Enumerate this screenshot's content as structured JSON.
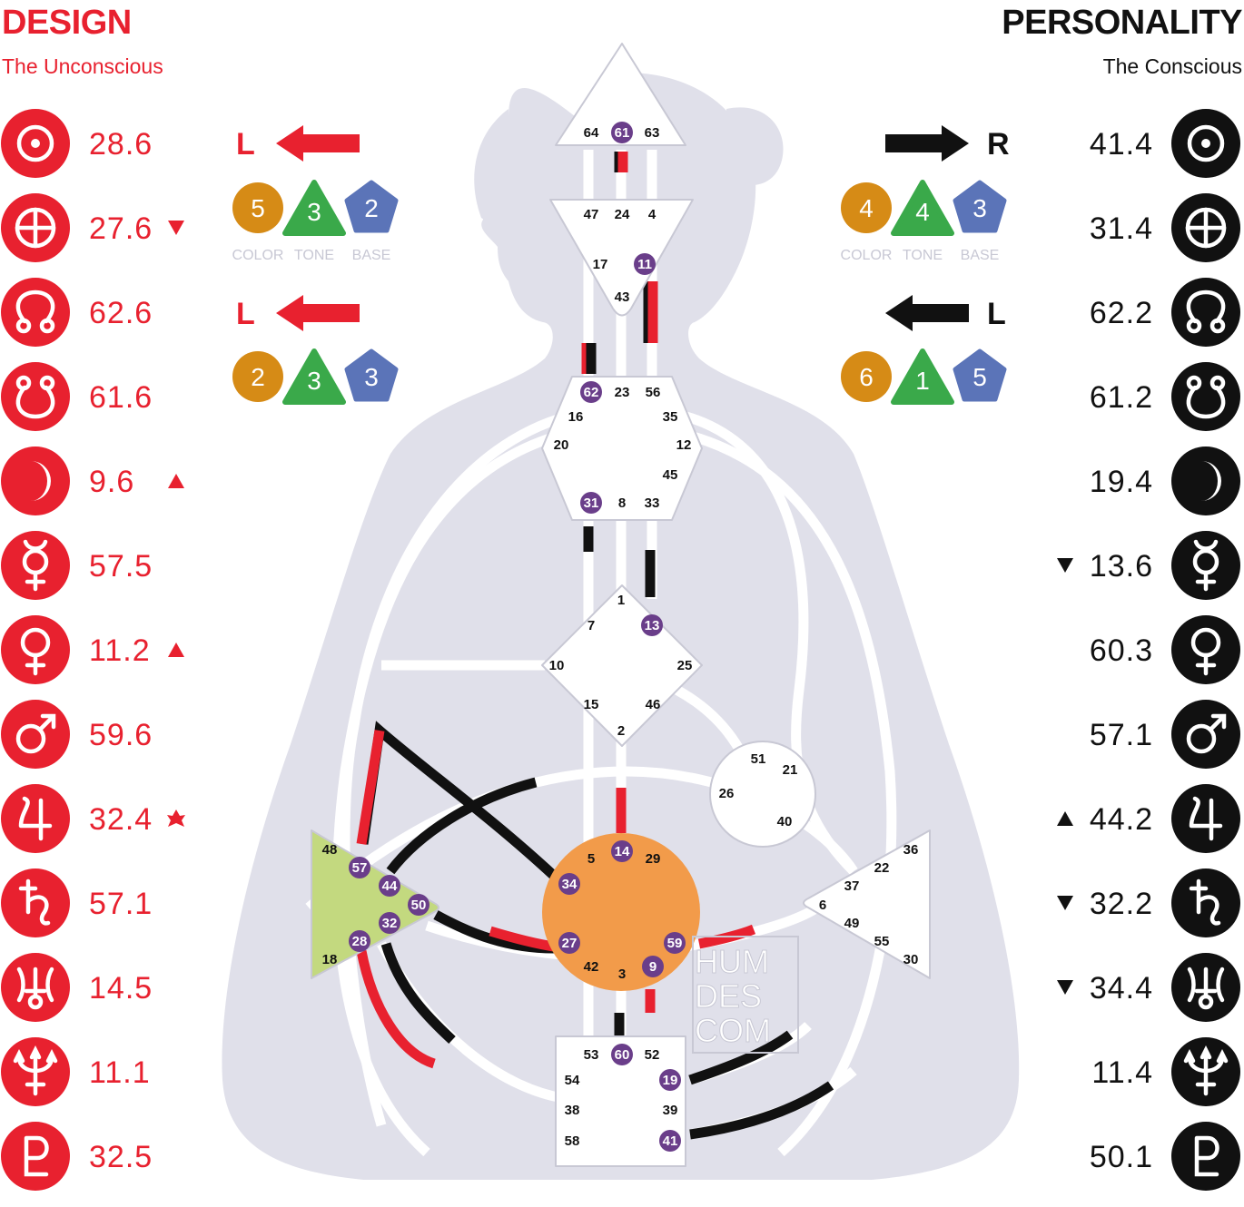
{
  "design": {
    "title": "DESIGN",
    "subtitle": "The Unconscious"
  },
  "personality": {
    "title": "PERSONALITY",
    "subtitle": "The Conscious"
  },
  "colors": {
    "design": "#e8212f",
    "personality": "#111111",
    "body": "#e0e0ea",
    "color_badge": "#d68b16",
    "tone_badge": "#3aa94a",
    "base_badge": "#5b74b8",
    "gate_badge": "#6a3e8a",
    "solar_plexus": "#f29b4a",
    "spleen": "#c3d97f"
  },
  "design_planets": [
    {
      "icon": "sun-icon",
      "value": "28.6",
      "mark": ""
    },
    {
      "icon": "earth-icon",
      "value": "27.6",
      "mark": "down"
    },
    {
      "icon": "north-node-icon",
      "value": "62.6",
      "mark": ""
    },
    {
      "icon": "south-node-icon",
      "value": "61.6",
      "mark": ""
    },
    {
      "icon": "moon-icon",
      "value": "9.6",
      "mark": "up"
    },
    {
      "icon": "mercury-icon",
      "value": "57.5",
      "mark": ""
    },
    {
      "icon": "venus-icon",
      "value": "11.2",
      "mark": "up"
    },
    {
      "icon": "mars-icon",
      "value": "59.6",
      "mark": ""
    },
    {
      "icon": "jupiter-icon",
      "value": "32.4",
      "mark": "star"
    },
    {
      "icon": "saturn-icon",
      "value": "57.1",
      "mark": ""
    },
    {
      "icon": "uranus-icon",
      "value": "14.5",
      "mark": ""
    },
    {
      "icon": "neptune-icon",
      "value": "11.1",
      "mark": ""
    },
    {
      "icon": "pluto-icon",
      "value": "32.5",
      "mark": ""
    }
  ],
  "personality_planets": [
    {
      "icon": "sun-icon",
      "value": "41.4",
      "mark": ""
    },
    {
      "icon": "earth-icon",
      "value": "31.4",
      "mark": ""
    },
    {
      "icon": "north-node-icon",
      "value": "62.2",
      "mark": ""
    },
    {
      "icon": "south-node-icon",
      "value": "61.2",
      "mark": ""
    },
    {
      "icon": "moon-icon",
      "value": "19.4",
      "mark": ""
    },
    {
      "icon": "mercury-icon",
      "value": "13.6",
      "mark": "down"
    },
    {
      "icon": "venus-icon",
      "value": "60.3",
      "mark": ""
    },
    {
      "icon": "mars-icon",
      "value": "57.1",
      "mark": ""
    },
    {
      "icon": "jupiter-icon",
      "value": "44.2",
      "mark": "up"
    },
    {
      "icon": "saturn-icon",
      "value": "32.2",
      "mark": "down"
    },
    {
      "icon": "uranus-icon",
      "value": "34.4",
      "mark": "down"
    },
    {
      "icon": "neptune-icon",
      "value": "11.4",
      "mark": ""
    },
    {
      "icon": "pluto-icon",
      "value": "50.1",
      "mark": ""
    }
  ],
  "variables": {
    "design_top": {
      "arrow": "L",
      "color": "5",
      "tone": "3",
      "base": "2"
    },
    "design_bottom": {
      "arrow": "L",
      "color": "2",
      "tone": "3",
      "base": "3"
    },
    "personality_top": {
      "arrow": "R",
      "color": "4",
      "tone": "4",
      "base": "3"
    },
    "personality_bottom": {
      "arrow": "L",
      "color": "6",
      "tone": "1",
      "base": "5"
    },
    "labels": {
      "color": "COLOR",
      "tone": "TONE",
      "base": "BASE"
    }
  },
  "watermark": [
    "HUM",
    "DES",
    "COM"
  ],
  "centers": {
    "head": {
      "gates": [
        "64",
        "61",
        "63"
      ],
      "active": [
        "61"
      ]
    },
    "ajna": {
      "gates": [
        "47",
        "24",
        "4",
        "17",
        "11",
        "43"
      ],
      "active": [
        "11"
      ]
    },
    "throat": {
      "gates": [
        "62",
        "23",
        "56",
        "16",
        "35",
        "20",
        "12",
        "45",
        "31",
        "8",
        "33"
      ],
      "active": [
        "62",
        "31"
      ]
    },
    "g": {
      "gates": [
        "1",
        "7",
        "13",
        "10",
        "25",
        "15",
        "46",
        "2"
      ],
      "active": [
        "13"
      ]
    },
    "heart": {
      "gates": [
        "51",
        "21",
        "26",
        "40"
      ],
      "active": []
    },
    "spleen": {
      "gates": [
        "48",
        "57",
        "44",
        "50",
        "32",
        "28",
        "18"
      ],
      "active": [
        "57",
        "44",
        "50",
        "32",
        "28"
      ]
    },
    "sacral": {
      "gates": [
        "5",
        "14",
        "29",
        "34",
        "27",
        "59",
        "42",
        "3",
        "9"
      ],
      "active": [
        "14",
        "34",
        "27",
        "59",
        "9"
      ]
    },
    "solar_plexus": {
      "gates": [
        "36",
        "22",
        "37",
        "6",
        "49",
        "55",
        "30"
      ],
      "active": []
    },
    "root": {
      "gates": [
        "53",
        "60",
        "52",
        "54",
        "19",
        "38",
        "39",
        "58",
        "41"
      ],
      "active": [
        "60",
        "19",
        "41"
      ]
    }
  }
}
